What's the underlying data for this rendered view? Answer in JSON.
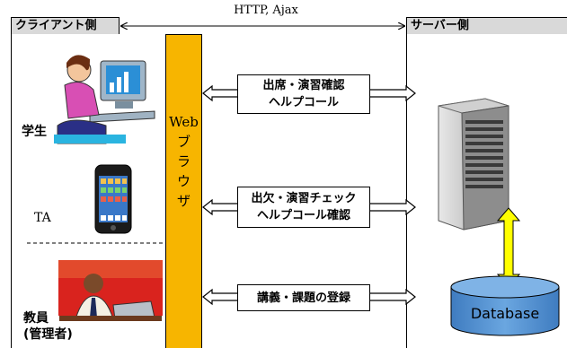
{
  "headers": {
    "client": "クライアント側",
    "server": "サーバー側",
    "protocol": "HTTP, Ajax"
  },
  "browser": {
    "label": "Web\nブラウザ"
  },
  "actors": [
    {
      "label": "学生",
      "icon": "student-computer-icon"
    },
    {
      "label": "TA",
      "icon": "smartphone-icon"
    },
    {
      "label": "教員\n(管理者)",
      "icon": "teacher-laptop-icon"
    }
  ],
  "messages": [
    {
      "text": "出席・演習確認\nヘルプコール"
    },
    {
      "text": "出欠・演習チェック\nヘルプコール確認"
    },
    {
      "text": "講義・課題の登録"
    }
  ],
  "server": {
    "icon": "server-tower-icon",
    "database": "Database"
  },
  "colors": {
    "browser": "#f7b500",
    "database": "#4f8dcf",
    "sync_arrow": "#ffff00",
    "header_bg": "#d9d9d9"
  }
}
